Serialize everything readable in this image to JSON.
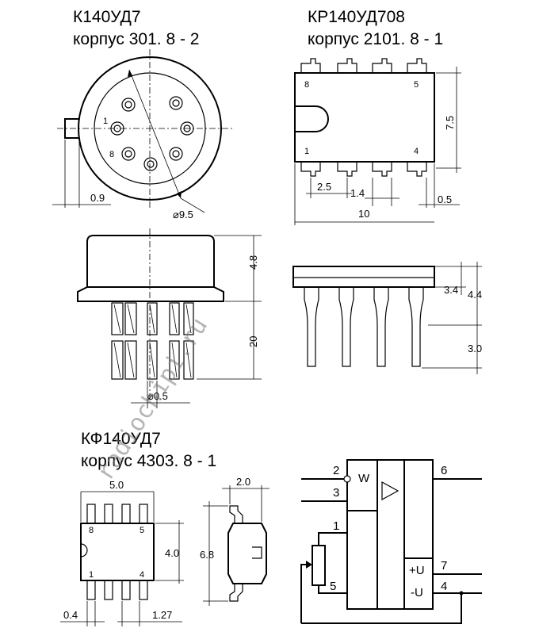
{
  "pkg1": {
    "title": "К140УД7",
    "case": "корпус 301. 8 - 2",
    "pin_a": "1",
    "pin_b": "8",
    "dim_tab": "0.9",
    "dim_diam": "⌀9.5",
    "dim_h": "4.8",
    "dim_leads": "20",
    "dim_lead_d": "⌀0.5"
  },
  "pkg2": {
    "title": "КР140УД708",
    "case": "корпус 2101. 8 - 1",
    "pin_tl": "8",
    "pin_tr": "5",
    "pin_bl": "1",
    "pin_br": "4",
    "dim_w": "7.5",
    "dim_pitch": "2.5",
    "dim_pw": "1.4",
    "dim_end": "0.5",
    "dim_len": "10",
    "dim_body": "3.4",
    "dim_total": "4.4",
    "dim_lead": "3.0"
  },
  "pkg3": {
    "title": "КФ140УД7",
    "case": "корпус 4303. 8 - 1",
    "pin_tl": "8",
    "pin_tr": "5",
    "pin_bl": "1",
    "pin_br": "4",
    "dim_w": "5.0",
    "dim_h": "4.0",
    "dim_side": "2.0",
    "dim_total": "6.8",
    "dim_lead": "0.4",
    "dim_pitch": "1.27"
  },
  "symbol": {
    "w_label": "W",
    "pin2": "2",
    "pin3": "3",
    "pin6": "6",
    "pin1": "1",
    "pin5": "5",
    "pin7": "7",
    "pin4": "4",
    "plus_u": "+U",
    "minus_u": "-U"
  },
  "watermark": "radiochipi.ru"
}
